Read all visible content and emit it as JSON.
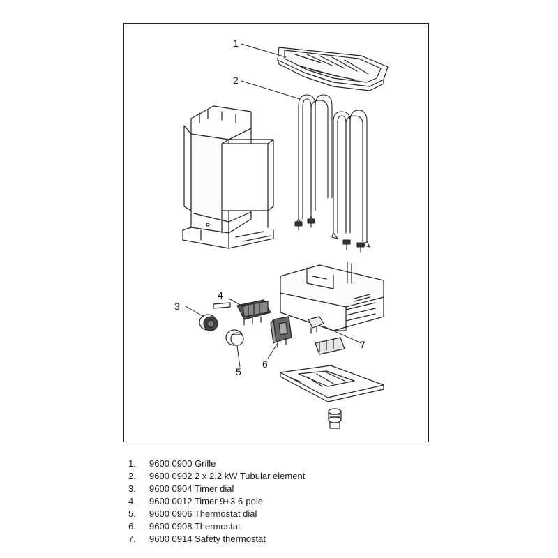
{
  "diagram": {
    "callouts": [
      "1",
      "2",
      "3",
      "4",
      "5",
      "6",
      "7"
    ]
  },
  "legend": [
    {
      "num": "1.",
      "text": "9600 0900 Grille"
    },
    {
      "num": "2.",
      "text": "9600 0902 2 x 2.2 kW Tubular element"
    },
    {
      "num": "3.",
      "text": "9600 0904 Timer dial"
    },
    {
      "num": "4.",
      "text": "9600 0012 Timer 9+3 6-pole"
    },
    {
      "num": "5.",
      "text": "9600 0906 Thermostat dial"
    },
    {
      "num": "6.",
      "text": "9600 0908 Thermostat"
    },
    {
      "num": "7.",
      "text": "9600 0914 Safety thermostat"
    }
  ]
}
